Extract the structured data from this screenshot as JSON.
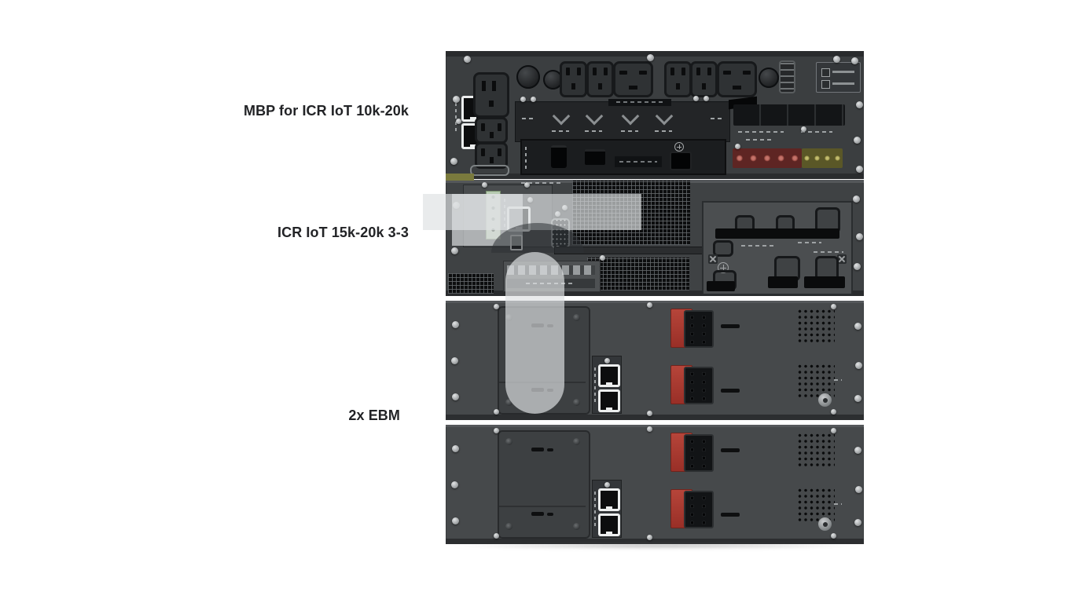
{
  "page": {
    "background_color": "#ffffff"
  },
  "figure": {
    "type": "ups-system-rear-view-stack",
    "labels": [
      {
        "id": "mbp",
        "text": "MBP for ICR IoT 10k-20k"
      },
      {
        "id": "ups",
        "text": "ICR IoT 15k-20k 3-3"
      },
      {
        "id": "ebm",
        "text": "2x EBM"
      }
    ],
    "units": [
      {
        "name": "maintenance-bypass-panel",
        "label": "MBP for ICR IoT 10k-20k"
      },
      {
        "name": "ups-rear-panel",
        "label": "ICR IoT 15k-20k 3-3"
      },
      {
        "name": "external-battery-module-1",
        "label": "2x EBM"
      },
      {
        "name": "external-battery-module-2",
        "label": "2x EBM"
      }
    ],
    "colors": {
      "chassis": "#3f4244",
      "chassis_dark": "#292b2d",
      "chassis_light": "#46494b",
      "battery_connector_red": "#a8392f",
      "terminal_block_red": "#5e2523",
      "terminal_block_olive": "#5a5727",
      "comm_terminal_green": "#b6cab1",
      "port_outline_white": "#eceeee",
      "background": "#ffffff"
    }
  }
}
